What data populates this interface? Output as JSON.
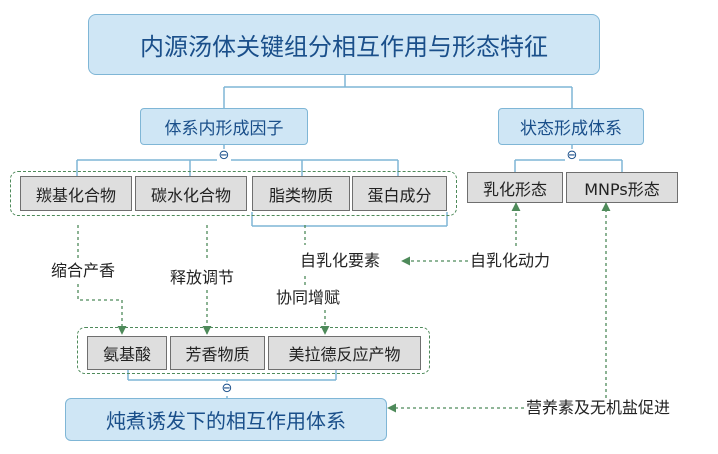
{
  "title": "内源汤体关键组分相互作用与形态特征",
  "branches": {
    "left": "体系内形成因子",
    "right": "状态形成体系"
  },
  "factors": [
    "羰基化合物",
    "碳水化合物",
    "脂类物质",
    "蛋白成分"
  ],
  "states": [
    "乳化形态",
    "MNPs形态"
  ],
  "products": [
    "氨基酸",
    "芳香物质",
    "美拉德反应产物"
  ],
  "bottom_title": "炖煮诱发下的相互作用体系",
  "annotations": {
    "condensation": "缩合产香",
    "release": "释放调节",
    "self_emulsifying_factor": "自乳化要素",
    "self_emulsifying_power": "自乳化动力",
    "synergy": "协同增赋",
    "nutrients": "营养素及无机盐促进"
  },
  "collapse_symbol": "⊖",
  "colors": {
    "box_fill": "#cfe6f5",
    "box_border": "#7fb6d6",
    "title_text": "#1a4f8a",
    "gray_fill": "#dedede",
    "dashed_green": "#4e8a5a",
    "connector": "#7fb6d6"
  }
}
